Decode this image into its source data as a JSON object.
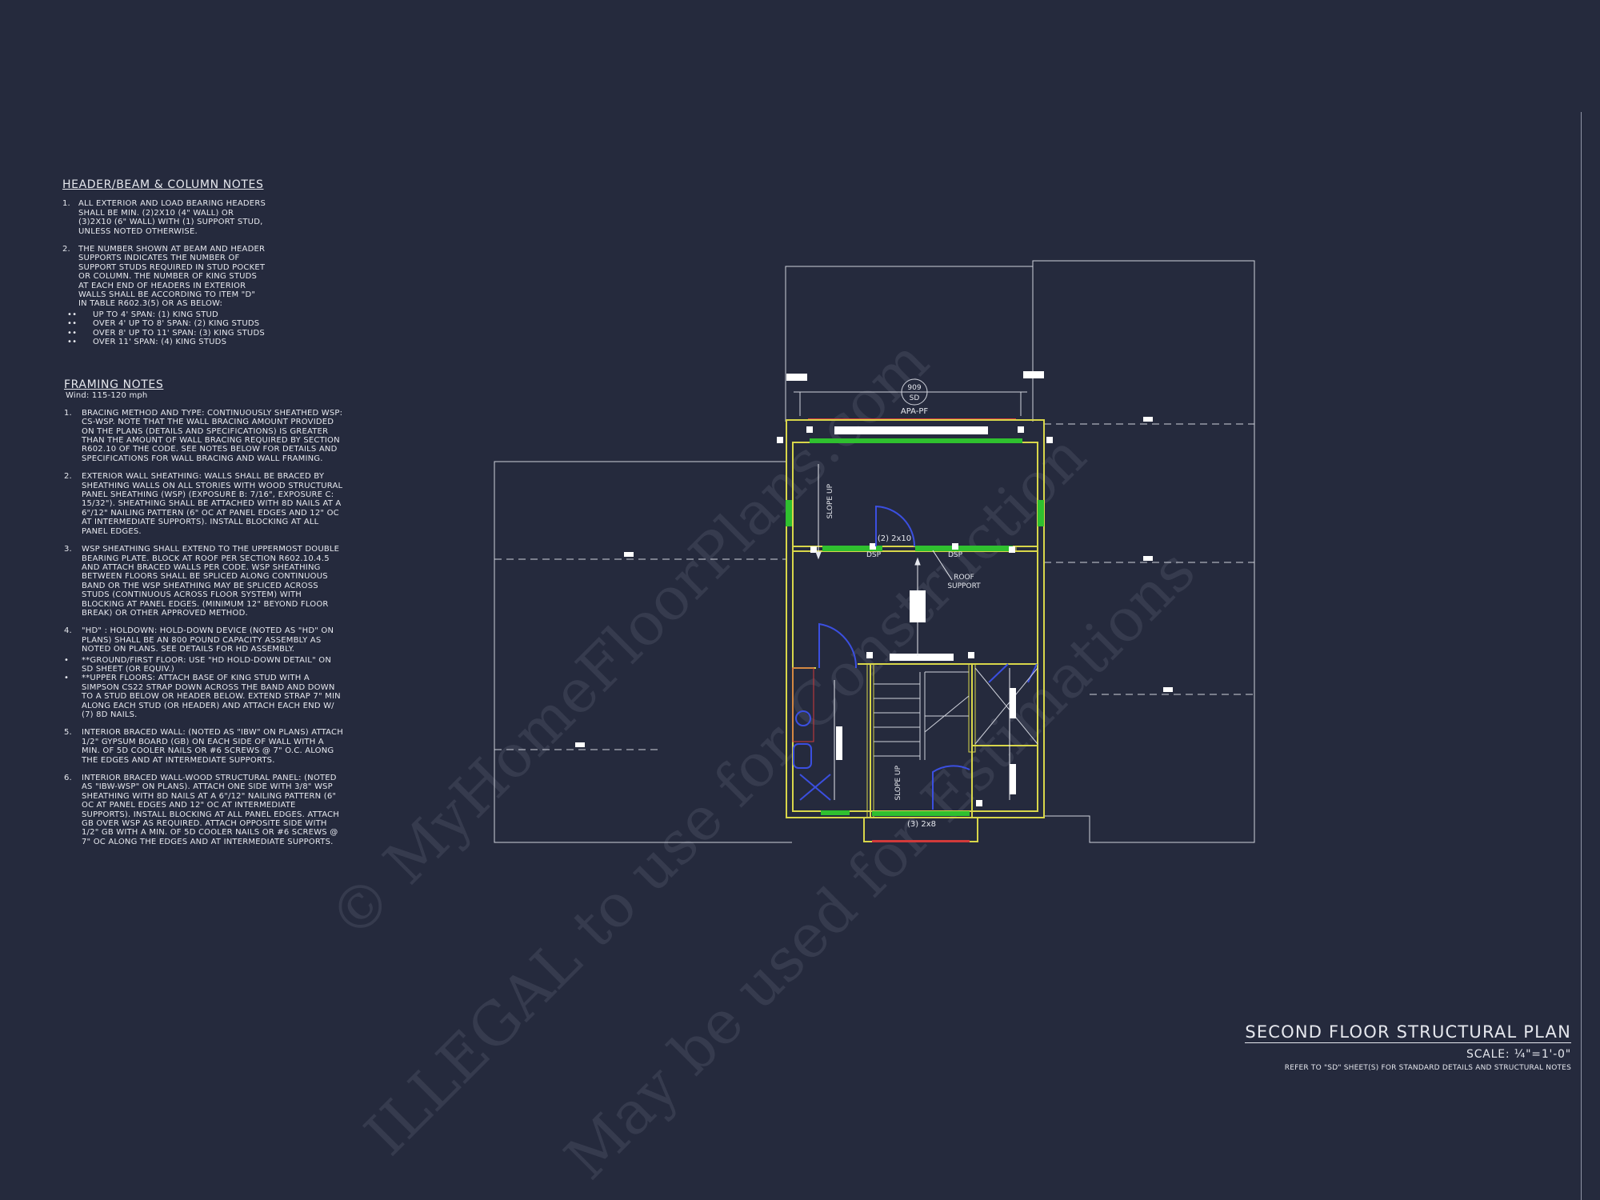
{
  "header_notes": {
    "title": "HEADER/BEAM & COLUMN NOTES",
    "items": [
      {
        "num": "1.",
        "text": "ALL EXTERIOR AND LOAD BEARING HEADERS SHALL BE MIN. (2)2x10 (4\" WALL) OR (3)2x10 (6\" WALL) WITH (1) SUPPORT STUD, UNLESS NOTED OTHERWISE."
      },
      {
        "num": "2.",
        "text": "THE NUMBER SHOWN AT BEAM AND HEADER SUPPORTS INDICATES THE NUMBER OF SUPPORT STUDS REQUIRED IN STUD POCKET OR COLUMN. THE NUMBER OF KING STUDS AT EACH END OF HEADERS IN EXTERIOR WALLS SHALL BE ACCORDING TO ITEM \"d\" IN TABLE R602.3(5) OR AS BELOW:"
      }
    ],
    "bullets": [
      "UP TO 4' SPAN: (1) KING STUD",
      "OVER 4' UP TO 8' SPAN: (2) KING STUDS",
      "OVER 8' UP TO 11' SPAN: (3) KING STUDS",
      "OVER 11' SPAN: (4) KING STUDS"
    ],
    "bullet_mark": "••"
  },
  "framing_notes": {
    "title": "FRAMING NOTES",
    "subtitle": "Wind: 115-120 mph",
    "items": [
      {
        "num": "1.",
        "text": "BRACING METHOD AND TYPE: CONTINUOUSLY SHEATHED WSP: CS-WSP. NOTE THAT THE WALL BRACING AMOUNT PROVIDED ON THE PLANS (DETAILS AND SPECIFICATIONS) IS GREATER THAN THE AMOUNT OF WALL BRACING REQUIRED BY SECTION R602.10 OF THE CODE. SEE NOTES BELOW FOR DETAILS AND SPECIFICATIONS FOR WALL BRACING AND WALL FRAMING."
      },
      {
        "num": "2.",
        "text": "EXTERIOR WALL SHEATHING: WALLS SHALL BE BRACED BY SHEATHING WALLS ON ALL STORIES WITH WOOD STRUCTURAL PANEL SHEATHING (WSP) (EXPOSURE B: 7/16\", EXPOSURE C: 15/32\"). SHEATHING SHALL BE ATTACHED WITH 8d NAILS AT A 6\"/12\" NAILING PATTERN (6\" OC AT PANEL EDGES AND 12\" OC AT INTERMEDIATE SUPPORTS). INSTALL BLOCKING AT ALL PANEL EDGES."
      },
      {
        "num": "3.",
        "text": "WSP SHEATHING SHALL EXTEND TO THE UPPERMOST DOUBLE BEARING PLATE. BLOCK AT ROOF PER SECTION R602.10.4.5 AND ATTACH BRACED WALLS PER CODE. WSP SHEATHING BETWEEN FLOORS SHALL BE SPLICED ALONG CONTINUOUS BAND OR THE WSP SHEATHING MAY BE SPLICED ACROSS STUDS (CONTINUOUS ACROSS FLOOR SYSTEM) WITH BLOCKING AT PANEL EDGES. (MINIMUM 12\" BEYOND FLOOR BREAK) OR OTHER APPROVED METHOD."
      },
      {
        "num": "4.",
        "text": "\"HD\" : HOLDOWN: HOLD-DOWN DEVICE (NOTED AS \"HD\" ON PLANS) SHALL BE AN 800 POUND CAPACITY ASSEMBLY AS NOTED ON PLANS. SEE DETAILS FOR HD ASSEMBLY."
      },
      {
        "num": "•",
        "text": "**GROUND/FIRST FLOOR: USE \"HD HOLD-DOWN DETAIL\" ON SD SHEET (OR EQUIV.)"
      },
      {
        "num": "•",
        "text": "**UPPER FLOORS: ATTACH BASE OF KING STUD WITH A SIMPSON CS22 STRAP DOWN ACROSS THE BAND AND DOWN TO A STUD BELOW OR HEADER BELOW. EXTEND STRAP 7\" MIN ALONG EACH STUD (OR HEADER) AND ATTACH EACH END W/ (7) 8d NAILS."
      },
      {
        "num": "5.",
        "text": "INTERIOR BRACED WALL: (NOTED AS \"IBW\" ON PLANS) ATTACH 1/2\" GYPSUM BOARD (GB) ON EACH SIDE OF WALL WITH A MIN. OF 5d COOLER NAILS OR #6 SCREWS @ 7\" O.C. ALONG THE EDGES AND AT INTERMEDIATE SUPPORTS."
      },
      {
        "num": "6.",
        "text": "INTERIOR BRACED WALL-WOOD STRUCTURAL PANEL: (NOTED AS \"IBW-WSP\" ON PLANS). ATTACH ONE SIDE WITH 3/8\" WSP SHEATHING WITH 8d NAILS AT A 6\"/12\" NAILING PATTERN (6\" OC AT PANEL EDGES AND 12\" OC AT INTERMEDIATE SUPPORTS). INSTALL BLOCKING AT ALL PANEL EDGES. ATTACH GB OVER WSP AS REQUIRED. ATTACH OPPOSITE SIDE WITH 1/2\" GB WITH A MIN. OF 5d COOLER NAILS OR #6 SCREWS @ 7\" OC ALONG THE EDGES AND AT INTERMEDIATE SUPPORTS."
      }
    ]
  },
  "plan_labels": {
    "section_tag_top": "909",
    "section_tag_bottom": "SD",
    "apa": "APA-PF",
    "slope_up": "SLOPE UP",
    "header_2x10": "(2) 2x10",
    "dsp": "DSP",
    "roof_support_1": "ROOF",
    "roof_support_2": "SUPPORT",
    "header_3x8": "(3) 2x8"
  },
  "title_block": {
    "title": "SECOND FLOOR STRUCTURAL PLAN",
    "scale": "SCALE: ¼\"=1'-0\"",
    "reference": "REFER TO \"SD\" SHEET(S) FOR STANDARD DETAILS AND STRUCTURAL NOTES"
  },
  "watermark": {
    "line1": "© MyHomeFloorPlans.com",
    "line2": "ILLEGAL to use for Construction",
    "line3": "May be used for Estimations"
  },
  "colors": {
    "background": "#252a3d",
    "wall": "#d8d64a",
    "sheathing": "#2fc02f",
    "header_red": "#d13a3a",
    "fixture_blue": "#3b4fe0",
    "line": "#e6e8ee"
  }
}
